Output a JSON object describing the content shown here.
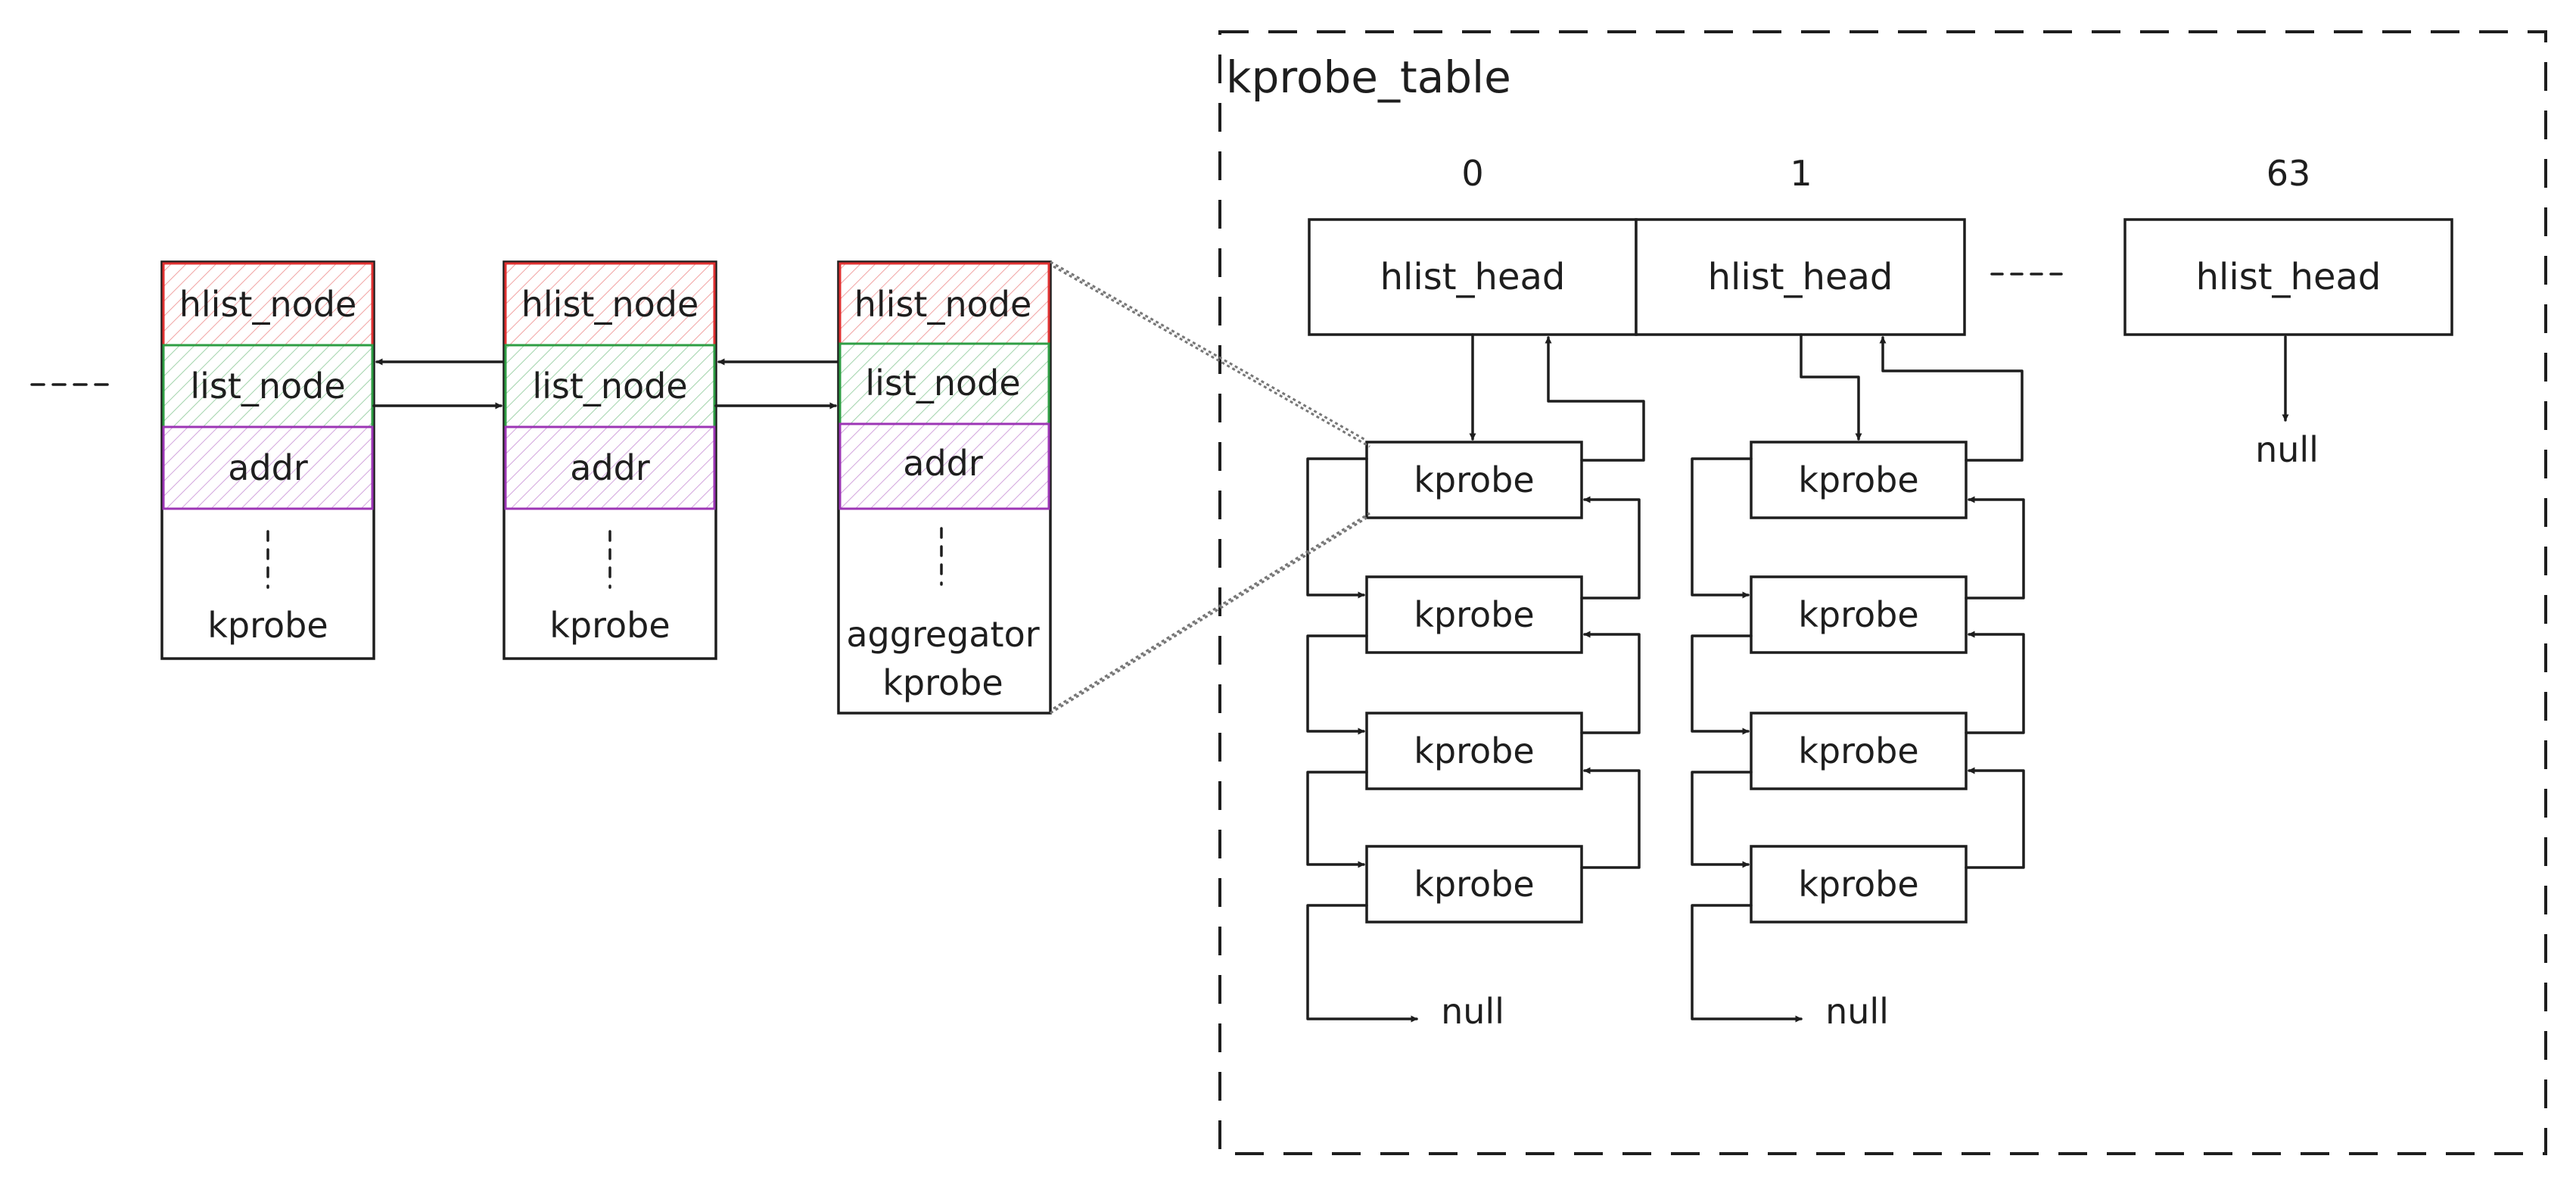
{
  "colors": {
    "stroke": "#1e1e1e",
    "hlist_node": "#e03131",
    "list_node": "#2f9e44",
    "addr": "#9c36b5"
  },
  "table": {
    "title": "kprobe_table"
  },
  "buckets": [
    {
      "index": "0",
      "head": "hlist_head",
      "chain": [
        "kprobe",
        "kprobe",
        "kprobe",
        "kprobe"
      ],
      "terminator": "null"
    },
    {
      "index": "1",
      "head": "hlist_head",
      "chain": [
        "kprobe",
        "kprobe",
        "kprobe",
        "kprobe"
      ],
      "terminator": "null"
    },
    {
      "index": "63",
      "head": "hlist_head",
      "terminator": "null"
    }
  ],
  "structs": [
    {
      "fields": [
        "hlist_node",
        "list_node",
        "addr"
      ],
      "name": [
        "kprobe"
      ]
    },
    {
      "fields": [
        "hlist_node",
        "list_node",
        "addr"
      ],
      "name": [
        "kprobe"
      ]
    },
    {
      "fields": [
        "hlist_node",
        "list_node",
        "addr"
      ],
      "name": [
        "aggregator",
        "kprobe"
      ]
    }
  ]
}
